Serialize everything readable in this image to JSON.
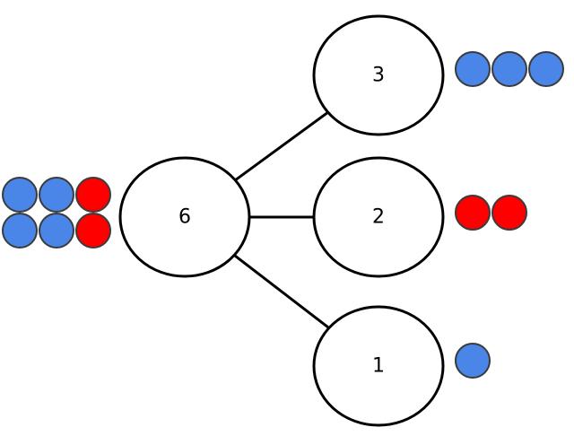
{
  "nodes": [
    {
      "id": "whole",
      "label": "6"
    },
    {
      "id": "part-top",
      "label": "3"
    },
    {
      "id": "part-middle",
      "label": "2"
    },
    {
      "id": "part-bottom",
      "label": "1"
    }
  ],
  "edges": [
    {
      "from": "whole",
      "to": "part-top"
    },
    {
      "from": "whole",
      "to": "part-middle"
    },
    {
      "from": "whole",
      "to": "part-bottom"
    }
  ],
  "counter_groups": {
    "whole": {
      "rows": [
        [
          "blue",
          "blue",
          "red"
        ],
        [
          "blue",
          "blue",
          "red"
        ]
      ]
    },
    "part-top": {
      "rows": [
        [
          "blue",
          "blue",
          "blue"
        ]
      ]
    },
    "part-middle": {
      "rows": [
        [
          "red",
          "red"
        ]
      ]
    },
    "part-bottom": {
      "rows": [
        [
          "blue"
        ]
      ]
    }
  },
  "colors": {
    "blue": "#4a86e8",
    "red": "#ff0000",
    "counter_outline": "#3b3b3b",
    "line": "#000000",
    "node_fill": "#ffffff"
  }
}
